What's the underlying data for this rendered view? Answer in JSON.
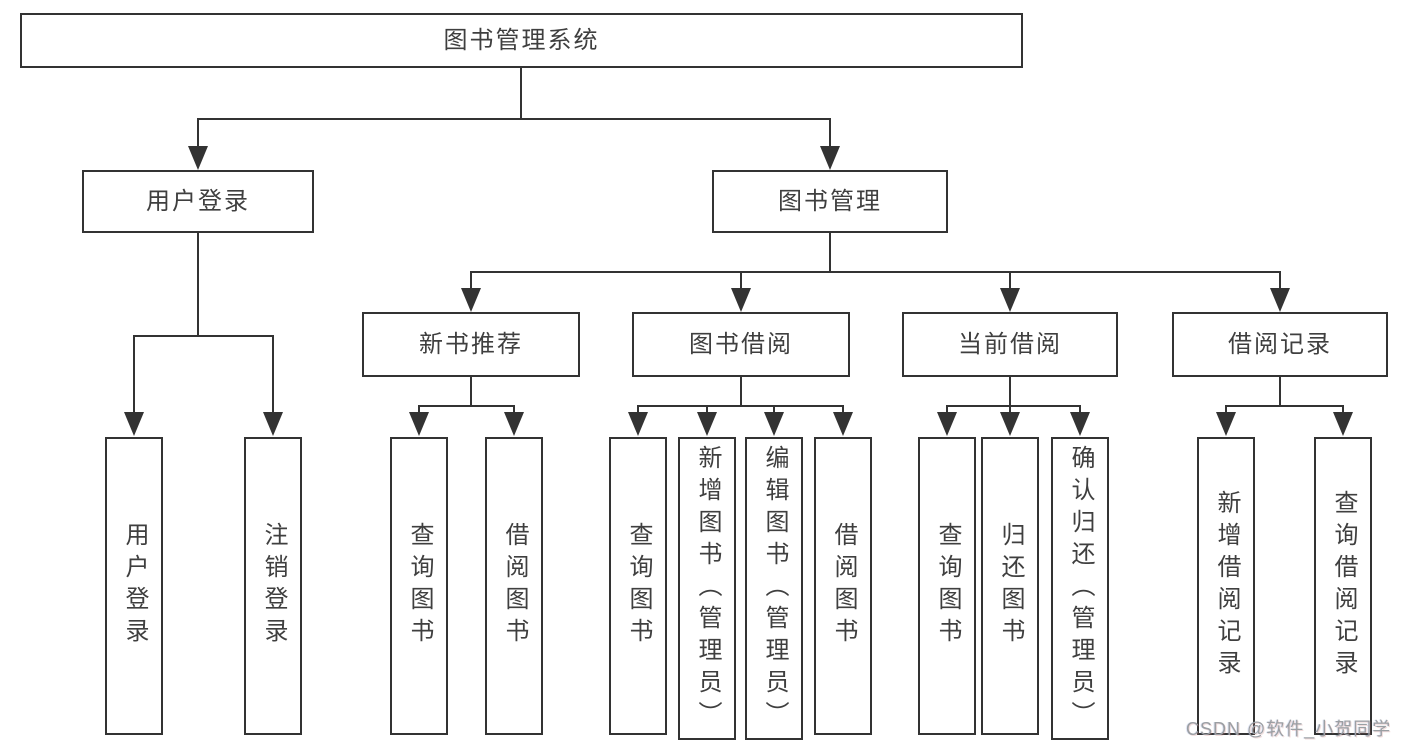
{
  "tree": {
    "label": "图书管理系统",
    "children": [
      {
        "label": "用户登录",
        "children": [
          {
            "label": "用户登录"
          },
          {
            "label": "注销登录"
          }
        ]
      },
      {
        "label": "图书管理",
        "children": [
          {
            "label": "新书推荐",
            "children": [
              {
                "label": "查询图书"
              },
              {
                "label": "借阅图书"
              }
            ]
          },
          {
            "label": "图书借阅",
            "children": [
              {
                "label": "查询图书"
              },
              {
                "label": "新增图书（管理员）"
              },
              {
                "label": "编辑图书（管理员）"
              },
              {
                "label": "借阅图书"
              }
            ]
          },
          {
            "label": "当前借阅",
            "children": [
              {
                "label": "查询图书"
              },
              {
                "label": "归还图书"
              },
              {
                "label": "确认归还（管理员）"
              }
            ]
          },
          {
            "label": "借阅记录",
            "children": [
              {
                "label": "新增借阅记录"
              },
              {
                "label": "查询借阅记录"
              }
            ]
          }
        ]
      }
    ]
  },
  "watermark": {
    "text": "CSDN @软件_小贺同学"
  },
  "colors": {
    "background": "#ffffff",
    "line": "#333333",
    "text": "#3f3f3f",
    "watermark": "#9b9fa3"
  }
}
